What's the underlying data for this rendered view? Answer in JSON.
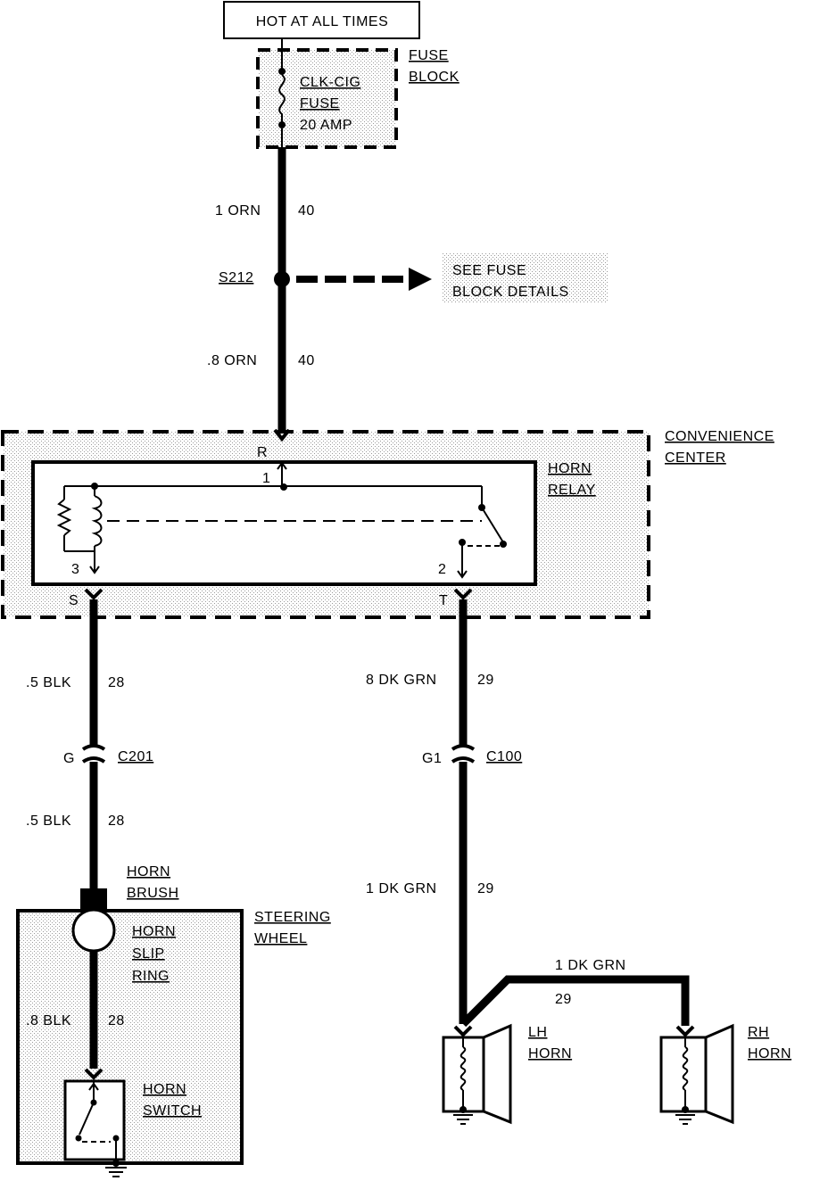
{
  "power_box": {
    "label": "HOT AT ALL TIMES"
  },
  "fuse_block": {
    "name_line1": "FUSE",
    "name_line2": "BLOCK",
    "fuse_line1": "CLK-CIG",
    "fuse_line2": "FUSE",
    "fuse_line3": "20 AMP"
  },
  "wires": {
    "w1_gauge": "1 ORN",
    "w1_circuit": "40",
    "w2_gauge": ".8 ORN",
    "w2_circuit": "40",
    "w3_gauge": ".5 BLK",
    "w3_circuit": "28",
    "w4_gauge": ".5 BLK",
    "w4_circuit": "28",
    "w5_gauge": ".8 BLK",
    "w5_circuit": "28",
    "w6_gauge": "8 DK GRN",
    "w6_circuit": "29",
    "w7_gauge": "1 DK GRN",
    "w7_circuit": "29",
    "w8_gauge": "1 DK GRN",
    "w8_circuit": "29"
  },
  "splice": {
    "id": "S212",
    "note_line1": "SEE FUSE",
    "note_line2": "BLOCK DETAILS"
  },
  "convenience_center": {
    "name_line1": "CONVENIENCE",
    "name_line2": "CENTER",
    "relay_line1": "HORN",
    "relay_line2": "RELAY",
    "pin_R": "R",
    "pin_S": "S",
    "pin_T": "T",
    "relay_pin1": "1",
    "relay_pin2": "2",
    "relay_pin3": "3"
  },
  "connectors": {
    "c201_pin": "G",
    "c201_id": "C201",
    "c100_pin": "G1",
    "c100_id": "C100"
  },
  "steering": {
    "brush_line1": "HORN",
    "brush_line2": "BRUSH",
    "wheel_line1": "STEERING",
    "wheel_line2": "WHEEL",
    "slip_line1": "HORN",
    "slip_line2": "SLIP",
    "slip_line3": "RING",
    "switch_line1": "HORN",
    "switch_line2": "SWITCH"
  },
  "horns": {
    "lh_line1": "LH",
    "lh_line2": "HORN",
    "rh_line1": "RH",
    "rh_line2": "HORN"
  }
}
